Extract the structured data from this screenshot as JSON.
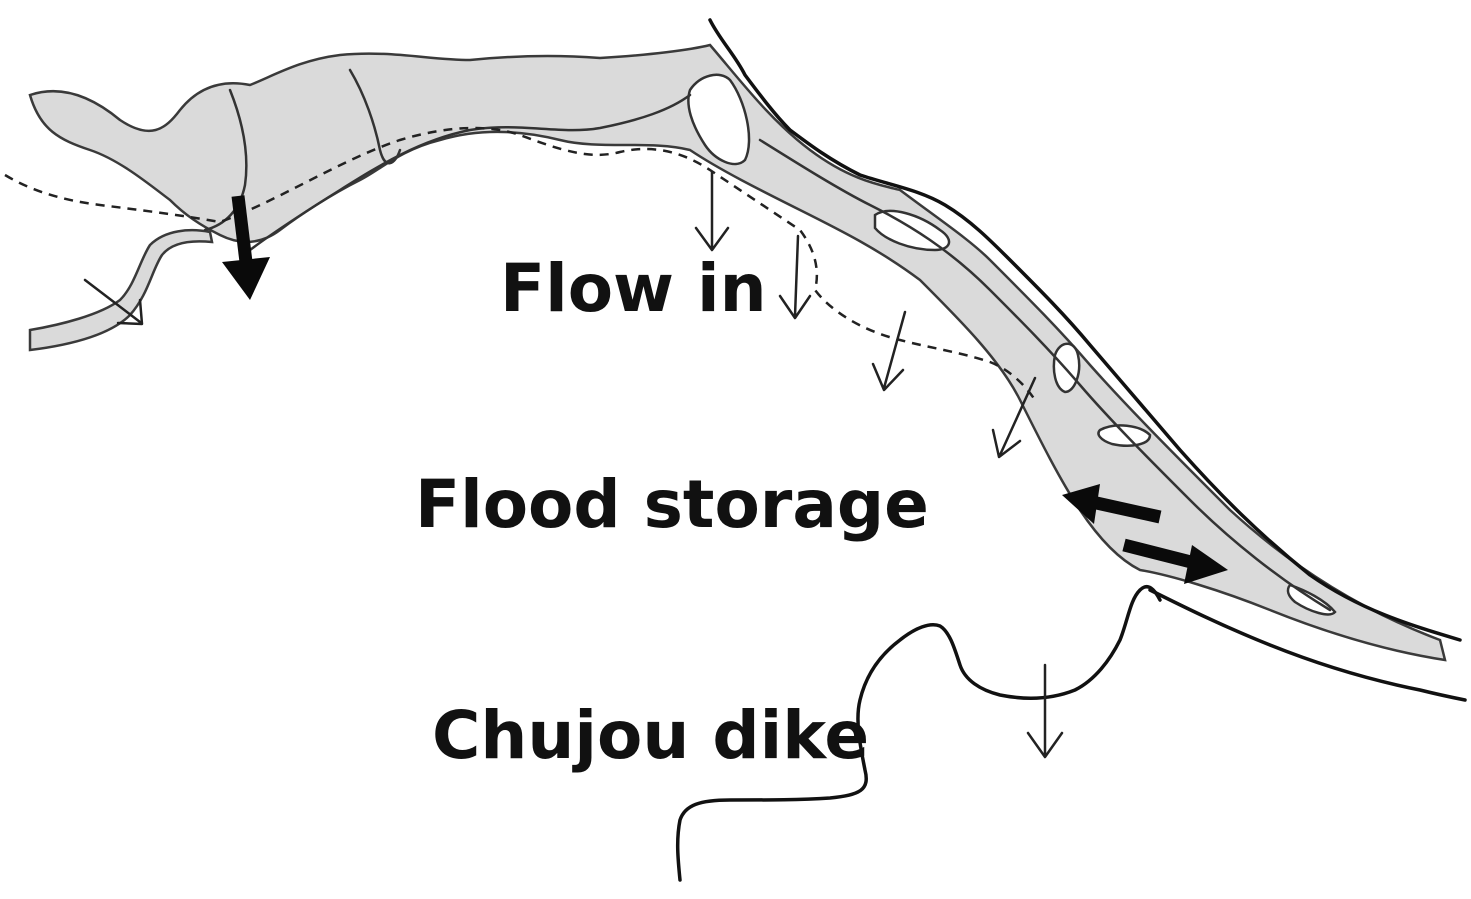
{
  "labels": {
    "flow_in": "Flow in",
    "flood_storage": "Flood storage",
    "chujou_dike": "Chujou dike"
  },
  "colors": {
    "river": "#dadada",
    "ink": "#111111",
    "background": "#ffffff"
  }
}
